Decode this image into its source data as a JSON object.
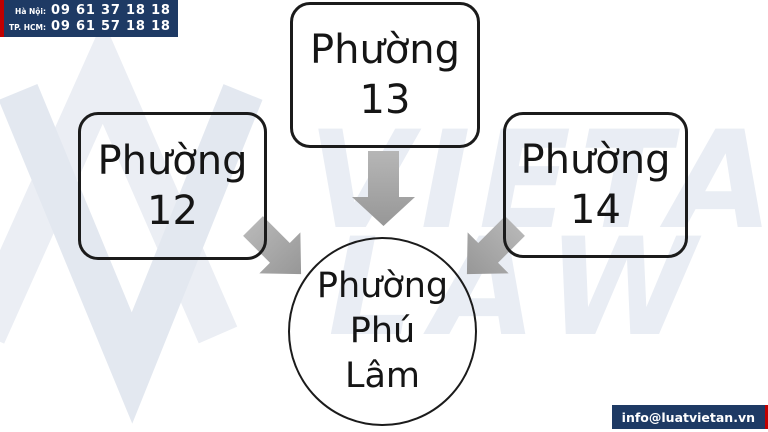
{
  "contact_header": {
    "rows": [
      {
        "label": "Hà Nội:",
        "phone": "09 61 37 18 18"
      },
      {
        "label": "TP. HCM:",
        "phone": "09 61 57 18 18"
      }
    ]
  },
  "contact_footer": {
    "email": "info@luatvietan.vn"
  },
  "watermark": {
    "brand_line1": "VIETAN",
    "brand_line2": "LAW",
    "logo": "vietan-chevron-monogram"
  },
  "diagram": {
    "type": "merge-flow",
    "sources": [
      {
        "line1": "Phường",
        "line2": "12"
      },
      {
        "line1": "Phường",
        "line2": "13"
      },
      {
        "line1": "Phường",
        "line2": "14"
      }
    ],
    "target": {
      "line1": "Phường",
      "line2": "Phú",
      "line3": "Lâm"
    }
  },
  "colors": {
    "navy": "#1e3a64",
    "red": "#c00000",
    "arrow_gray": "#a4a4a4",
    "watermark_tint": "#e9edf4",
    "node_outline": "#1b1b1b"
  }
}
